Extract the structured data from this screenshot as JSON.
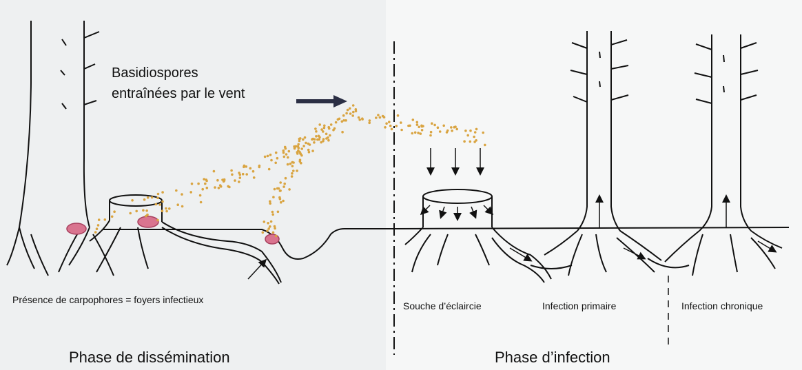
{
  "labels": {
    "spores_line1": "Basidiospores",
    "spores_line2": "entraînées par le vent",
    "carpophores": "Présence de carpophores = foyers infectieux",
    "souche": "Souche d’éclaircie",
    "infection_primaire": "Infection primaire",
    "infection_chronique": "Infection chronique",
    "phase_dissemination": "Phase de dissémination",
    "phase_infection": "Phase d’infection"
  },
  "colors": {
    "ink": "#111111",
    "arrow": "#2b2f44",
    "spore": "#d9a441",
    "carpophore_fill": "#d9748f",
    "carpophore_stroke": "#a8405e",
    "background_tint": "#e9ecef"
  },
  "icons": {
    "wind_arrow": "right-arrow-icon",
    "fall_arrow": "down-arrow-icon",
    "rise_arrow": "up-arrow-icon"
  }
}
